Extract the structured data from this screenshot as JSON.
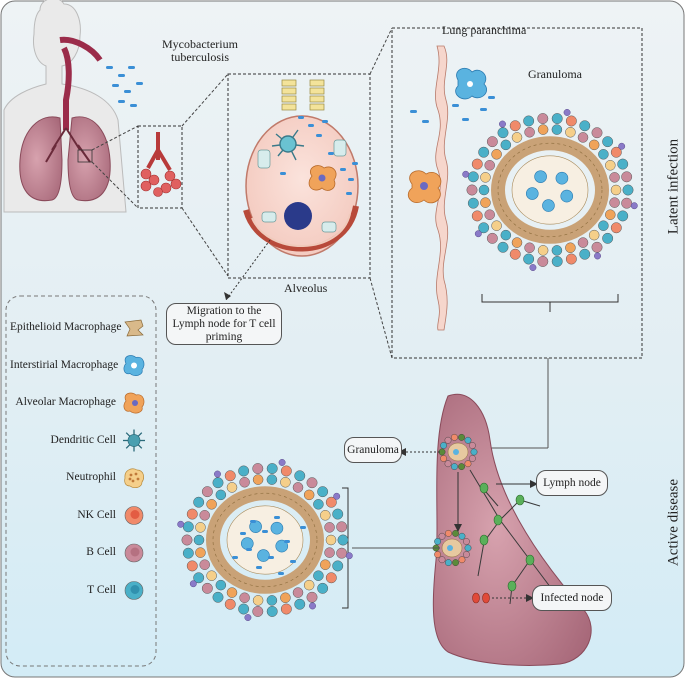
{
  "labels": {
    "mycobacterium": "Mycobacterium\ntuberculosis",
    "lung_paranchima": "Lung paranchima",
    "granuloma_top": "Granuloma",
    "alveolus": "Alveolus",
    "migration": "Migration to the Lymph node for T cell priming",
    "granuloma_box": "Granuloma",
    "lymph_node": "Lymph node",
    "infected_node": "Infected node",
    "latent_infection": "Latent infection",
    "active_disease": "Active disease"
  },
  "legend": [
    {
      "label": "Epithelioid Macrophage",
      "icon": "epithelioid-macrophage-icon",
      "color": "#d9b98a"
    },
    {
      "label": "Interstirial Macrophage",
      "icon": "interstitial-macrophage-icon",
      "color": "#5ab3e0"
    },
    {
      "label": "Alveolar Macrophage",
      "icon": "alveolar-macrophage-icon",
      "color": "#f0a35a"
    },
    {
      "label": "Dendritic Cell",
      "icon": "dendritic-cell-icon",
      "color": "#4a9fb0"
    },
    {
      "label": "Neutrophil",
      "icon": "neutrophil-icon",
      "color": "#f5cf8a"
    },
    {
      "label": "NK Cell",
      "icon": "nk-cell-icon",
      "color": "#f08a6a"
    },
    {
      "label": "B Cell",
      "icon": "b-cell-icon",
      "color": "#c98a9a"
    },
    {
      "label": "T Cell",
      "icon": "t-cell-icon",
      "color": "#4ab0c8"
    }
  ],
  "colors": {
    "background_top": "#eaf1f4",
    "background_bottom": "#d6edf6",
    "lung": "#c88a9a",
    "granuloma_ring": "#c9a277",
    "bacteria": "#3a8fd6"
  }
}
